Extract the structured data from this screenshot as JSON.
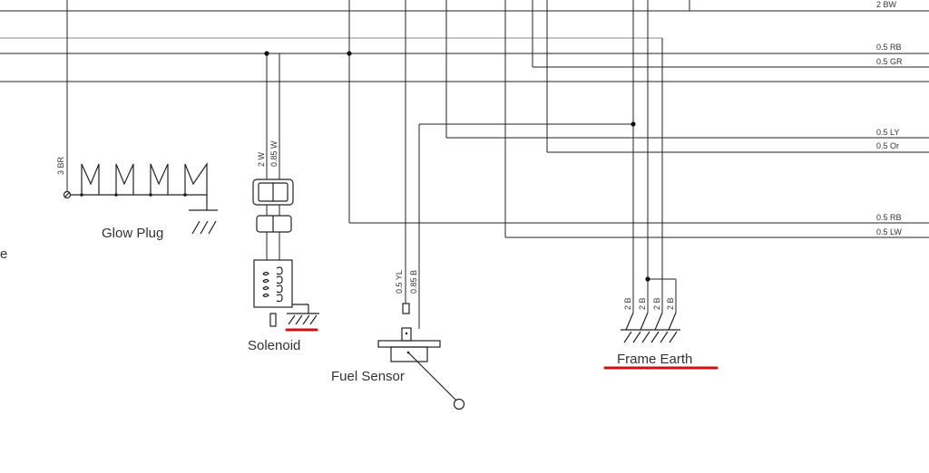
{
  "labels": {
    "glow_plug": "Glow Plug",
    "solenoid": "Solenoid",
    "fuel_sensor": "Fuel Sensor",
    "frame_earth": "Frame Earth",
    "cut_letter": "e"
  },
  "right_wires": [
    "2 BW",
    "0.5 RB",
    "0.5 GR",
    "0.5 LY",
    "0.5 Or",
    "0.5 RB",
    "0.5 LW"
  ],
  "vertical_wires": {
    "glow": "3 BR",
    "solenoid_a": "2 W",
    "solenoid_b": "0.85 W",
    "fuel_a": "0.5 YL",
    "fuel_b": "0.85 B",
    "earth": [
      "2 B",
      "2 B",
      "2 B",
      "2 B"
    ]
  },
  "highlight_color": "#d01010"
}
